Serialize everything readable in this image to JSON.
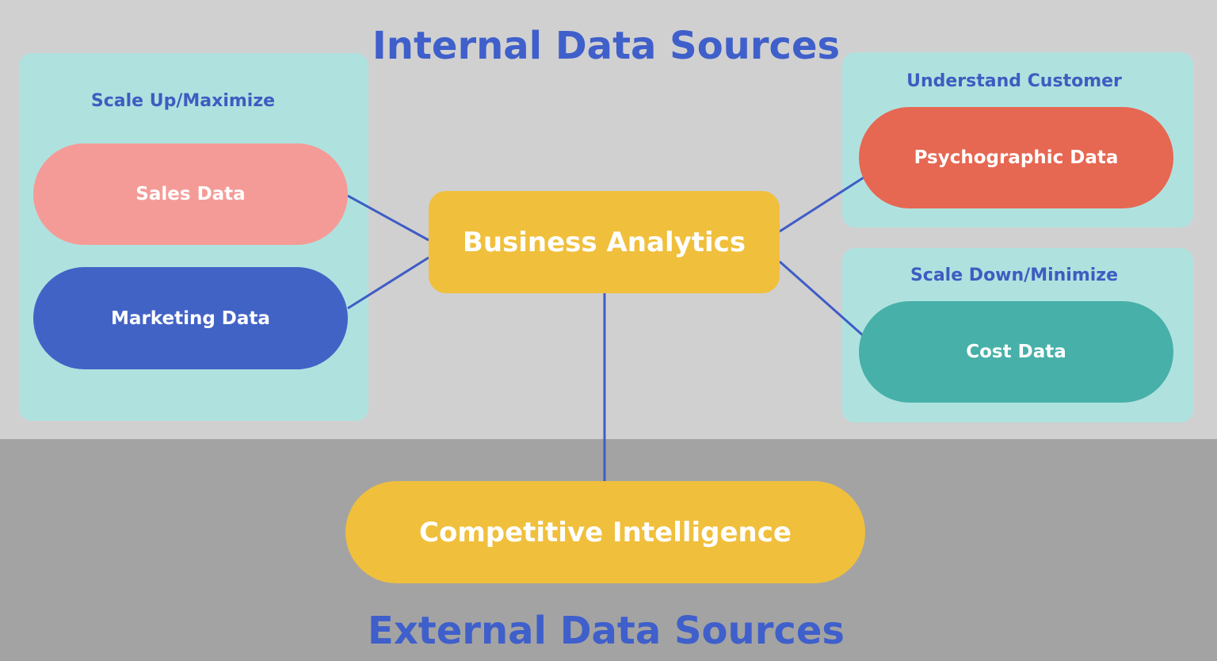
{
  "headings": {
    "internal": "Internal Data Sources",
    "external": "External Data Sources"
  },
  "panels": {
    "left": {
      "title": "Scale Up/Maximize"
    },
    "right_top": {
      "title": "Understand Customer"
    },
    "right_bottom": {
      "title": "Scale Down/Minimize"
    }
  },
  "nodes": {
    "sales": "Sales Data",
    "marketing": "Marketing Data",
    "psychographic": "Psychographic Data",
    "cost": "Cost Data",
    "business_analytics": "Business Analytics",
    "competitive_intelligence": "Competitive Intelligence"
  },
  "colors": {
    "heading": "#3f5fcb",
    "sales": "#f59b97",
    "marketing": "#4263c6",
    "psychographic": "#e66752",
    "cost": "#47b0a8",
    "hub": "#f0bf3c",
    "connector": "#3f5cc5",
    "panel": "#afe2df"
  }
}
